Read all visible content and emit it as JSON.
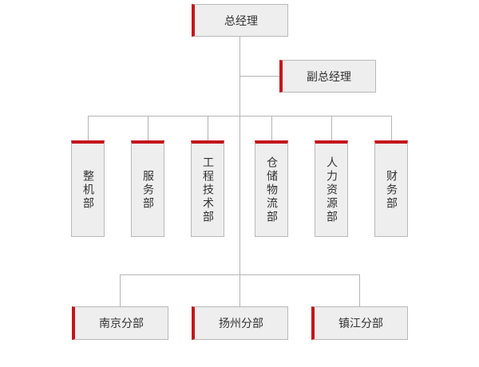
{
  "org_chart": {
    "general_manager": "总经理",
    "deputy_general_manager": "副总经理",
    "departments": [
      "整机部",
      "服务部",
      "工程技术部",
      "仓储物流部",
      "人力资源部",
      "财务部"
    ],
    "branches": [
      "南京分部",
      "扬州分部",
      "镇江分部"
    ]
  },
  "colors": {
    "accent": "#c4161c",
    "box_fill": "#eeeeee",
    "box_border": "#b9b9b9",
    "line": "#b5b5b5",
    "text": "#333333"
  }
}
